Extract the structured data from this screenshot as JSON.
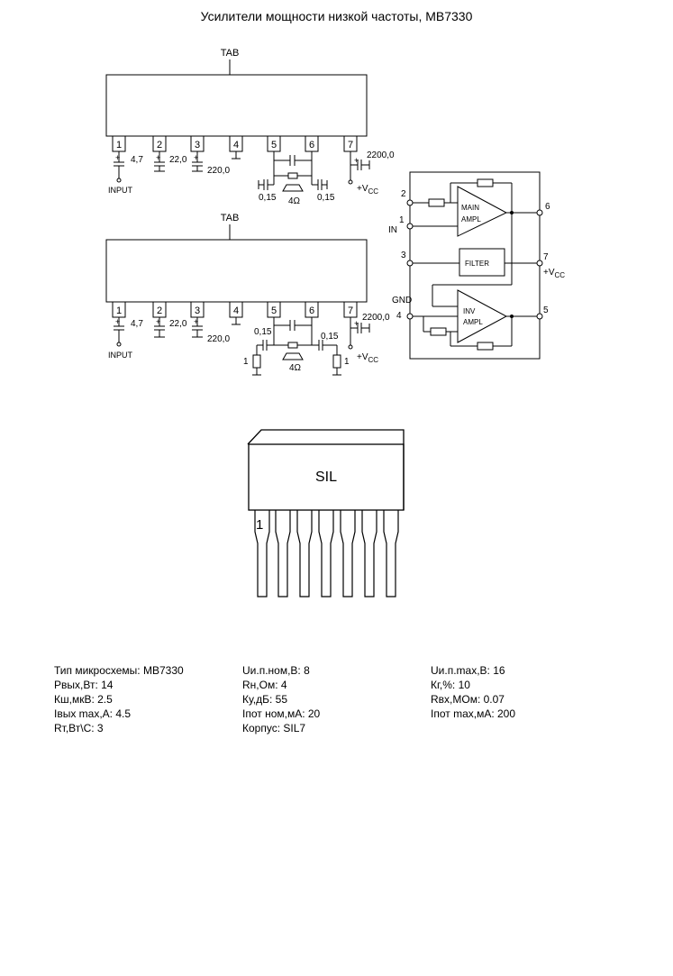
{
  "title": "Усилители мощности низкой частоты, MB7330",
  "schematic_top": {
    "tab_label": "TAB",
    "pins": [
      "1",
      "2",
      "3",
      "4",
      "5",
      "6",
      "7"
    ],
    "c_input": "4,7",
    "c_pin2": "22,0",
    "c_pin3": "220,0",
    "c_out_left": "0,15",
    "c_out_right": "0,15",
    "c_supply": "2200,0",
    "speaker": "4Ω",
    "input_label": "INPUT",
    "vcc_label": "+V",
    "vcc_sub": "CC"
  },
  "schematic_bottom": {
    "tab_label": "TAB",
    "pins": [
      "1",
      "2",
      "3",
      "4",
      "5",
      "6",
      "7"
    ],
    "c_input": "4,7",
    "c_pin2": "22,0",
    "c_pin3": "220,0",
    "c_out_left": "0,15",
    "c_out_right": "0,15",
    "c_supply": "2200,0",
    "r_left": "1",
    "r_right": "1",
    "speaker": "4Ω",
    "input_label": "INPUT",
    "vcc_label": "+V",
    "vcc_sub": "CC"
  },
  "block_diagram": {
    "pin2": "2",
    "pin1": "1",
    "pin3": "3",
    "pin4": "4",
    "pin6": "6",
    "pin7": "7",
    "pin5": "5",
    "in_label": "IN",
    "gnd_label": "GND",
    "main_amp_line1": "MAIN",
    "main_amp_line2": "AMPL",
    "inv_amp_line1": "INV",
    "inv_amp_line2": "AMPL",
    "filter_label": "FILTER",
    "vcc_label": "+V",
    "vcc_sub": "CC"
  },
  "package": {
    "label": "SIL",
    "pin1_label": "1"
  },
  "specs": {
    "col1": [
      "Тип микросхемы: MB7330",
      "Рвых,Вт: 14",
      "Кш,мкВ: 2.5",
      "Iвых max,A: 4.5",
      "Rт,Вт\\С: 3"
    ],
    "col2": [
      "Uи.п.ном,В: 8",
      "Rн,Ом: 4",
      "Ку,дБ: 55",
      "Iпот ном,мА: 20",
      "Корпус: SIL7"
    ],
    "col3": [
      "Uи.п.max,B: 16",
      "Кг,%: 10",
      "Rвх,МОм: 0.07",
      "Iпот max,мА: 200"
    ]
  }
}
